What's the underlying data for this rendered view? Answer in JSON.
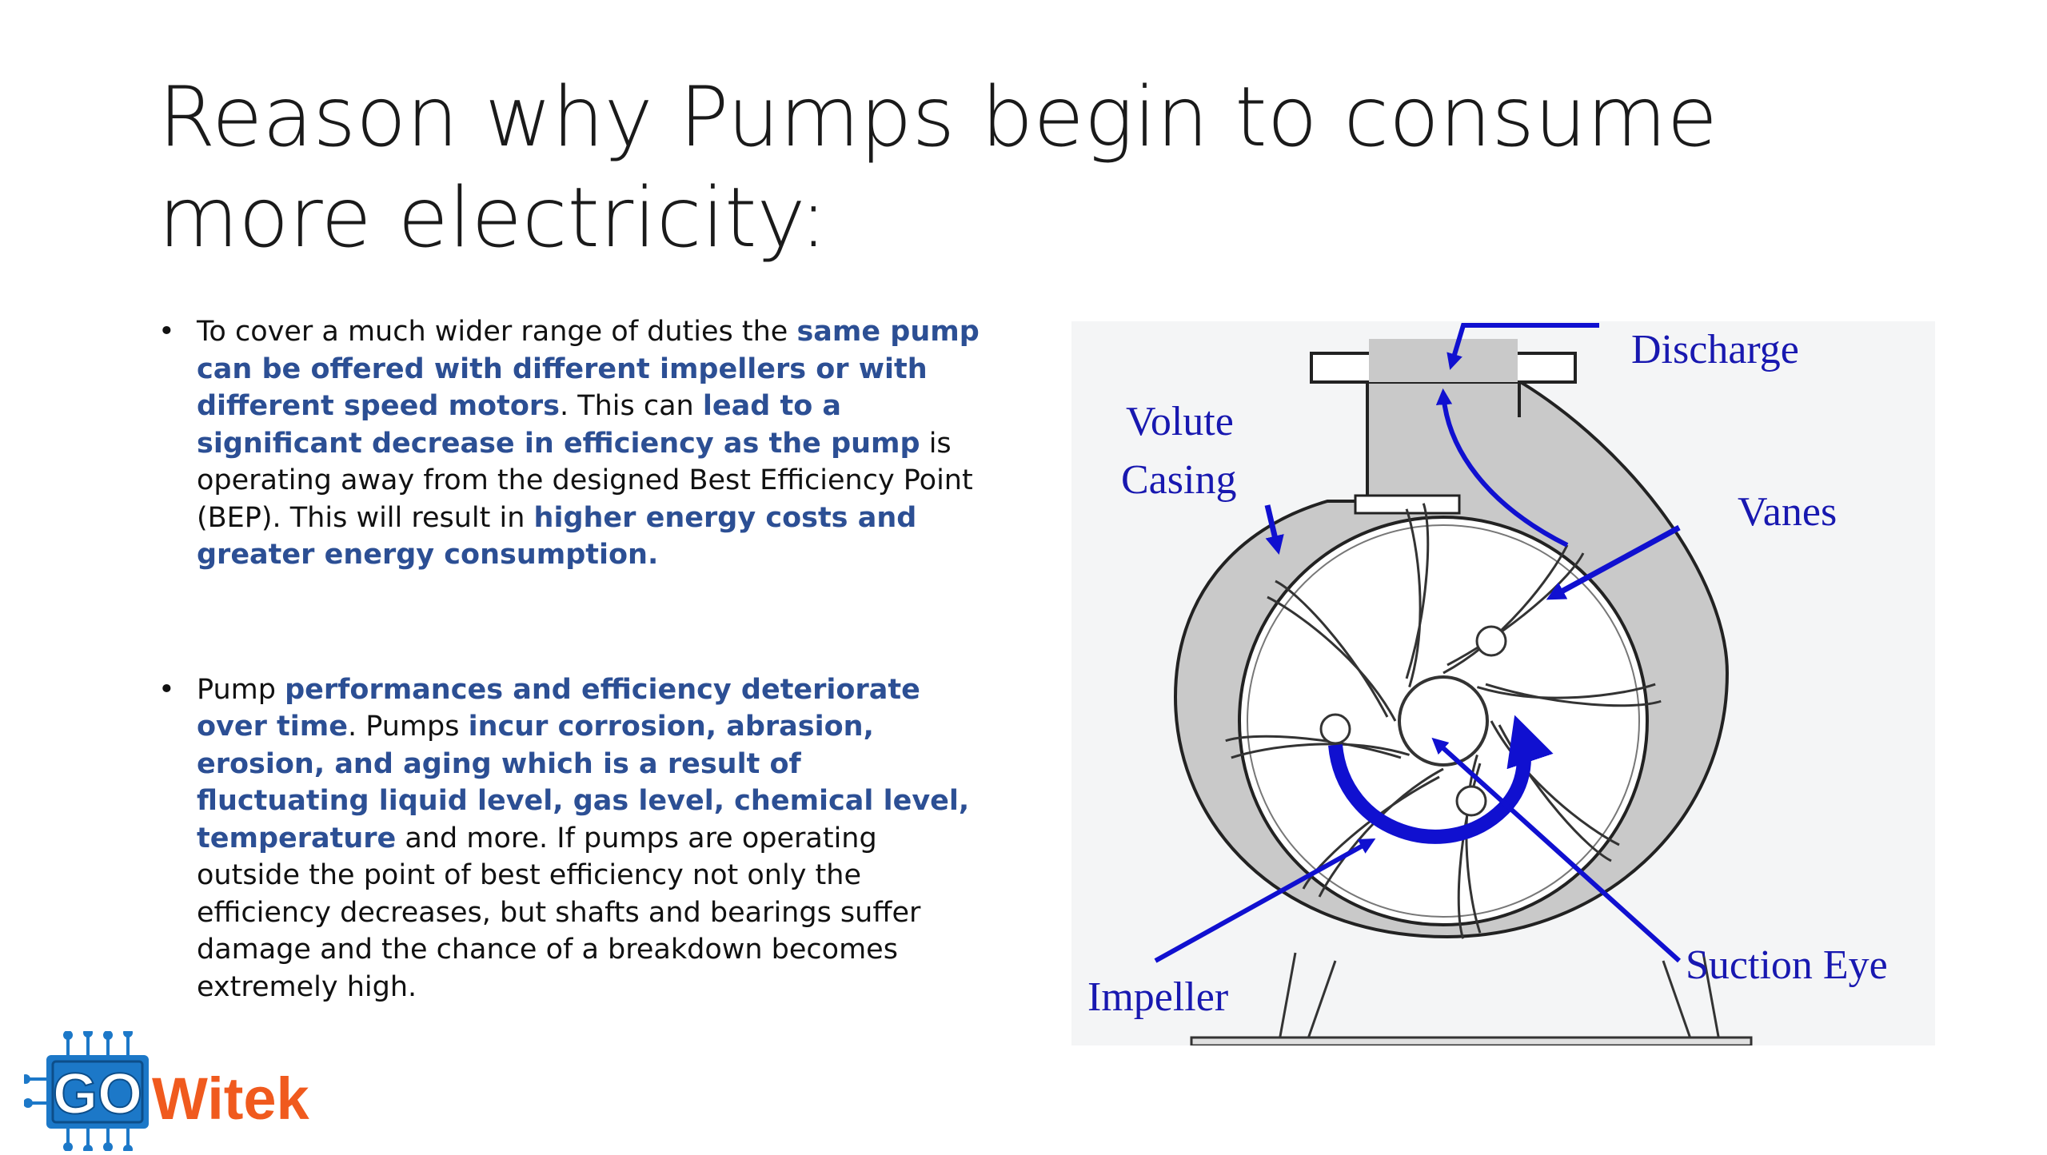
{
  "slide": {
    "title": "Reason why Pumps begin to consume more electricity:",
    "bullets": [
      {
        "segments": [
          {
            "text": "To cover a much wider range of duties the ",
            "highlight": false
          },
          {
            "text": "same pump can be offered with different impellers or with different speed motors",
            "highlight": true
          },
          {
            "text": ". This can ",
            "highlight": false
          },
          {
            "text": "lead to a significant decrease in efficiency as the pump",
            "highlight": true
          },
          {
            "text": " is operating away from the designed Best Efficiency Point (BEP). This will result in ",
            "highlight": false
          },
          {
            "text": "higher energy costs and greater energy consumption.",
            "highlight": true
          }
        ]
      },
      {
        "segments": [
          {
            "text": "Pump ",
            "highlight": false
          },
          {
            "text": "performances and efficiency deteriorate over time",
            "highlight": true
          },
          {
            "text": ". Pumps ",
            "highlight": false
          },
          {
            "text": "incur corrosion, abrasion, erosion, and aging which is a result of fluctuating liquid level, gas level, chemical level, temperature",
            "highlight": true
          },
          {
            "text": " and more. If pumps are operating outside the point of best efficiency not only the efficiency decreases, but shafts and bearings suffer damage and the chance of a breakdown becomes extremely high.",
            "highlight": false
          }
        ]
      }
    ]
  },
  "diagram": {
    "labels": {
      "discharge": "Discharge",
      "volute_line1": "Volute",
      "volute_line2": "Casing",
      "vanes": "Vanes",
      "suction_eye": "Suction Eye",
      "impeller": "Impeller"
    }
  },
  "logo": {
    "mark": "GO",
    "wordmark": "Witek"
  },
  "colors": {
    "highlight_text": "#2c4f94",
    "diagram_blue": "#1010d0",
    "label_blue": "#1818b0",
    "logo_blue": "#1c78c8",
    "logo_orange": "#f05a1e"
  }
}
